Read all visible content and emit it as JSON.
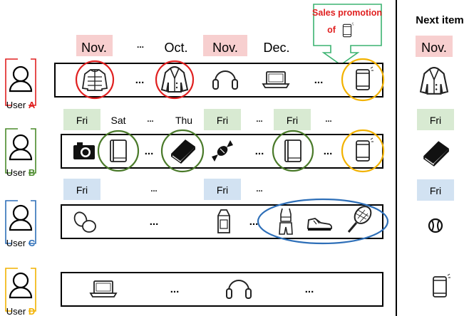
{
  "callout": {
    "line1": "Sales promotion",
    "line2": "of"
  },
  "next_item_header": "Next item",
  "users": [
    {
      "prefix": "User",
      "letter": "A",
      "color": "#e02020",
      "time_labels": [
        {
          "text": "Nov.",
          "shaded": true
        },
        {
          "text": "...",
          "shaded": false
        },
        {
          "text": "Oct.",
          "shaded": false
        },
        {
          "text": "Nov.",
          "shaded": true
        },
        {
          "text": "Dec.",
          "shaded": false
        }
      ],
      "items": [
        "jacket-icon",
        "coat-icon",
        "headphones-icon",
        "laptop-icon",
        "smartphone-icon"
      ],
      "next": {
        "label": "Nov.",
        "icon": "coat-icon"
      }
    },
    {
      "prefix": "User",
      "letter": "B",
      "color": "#4a8a2a",
      "time_labels": [
        {
          "text": "Fri",
          "shaded": true
        },
        {
          "text": "Sat",
          "shaded": false
        },
        {
          "text": "...",
          "shaded": false
        },
        {
          "text": "Thu",
          "shaded": false
        },
        {
          "text": "Fri",
          "shaded": true
        },
        {
          "text": "...",
          "shaded": false
        },
        {
          "text": "Fri",
          "shaded": true
        },
        {
          "text": "...",
          "shaded": false
        }
      ],
      "items": [
        "camera-icon",
        "book-icon",
        "book-icon",
        "candy-icon",
        "book-icon",
        "smartphone-icon"
      ],
      "next": {
        "label": "Fri",
        "icon": "book-icon"
      }
    },
    {
      "prefix": "User",
      "letter": "C",
      "color": "#2e6fb8",
      "time_labels": [
        {
          "text": "Fri",
          "shaded": true
        },
        {
          "text": "...",
          "shaded": false
        },
        {
          "text": "Fri",
          "shaded": true
        },
        {
          "text": "...",
          "shaded": false
        }
      ],
      "items": [
        "eggs-icon",
        "milk-carton-icon",
        "sportswear-icon",
        "sneaker-icon",
        "tennis-racket-icon"
      ],
      "next": {
        "label": "Fri",
        "icon": "tennis-ball-icon"
      }
    },
    {
      "prefix": "User",
      "letter": "D",
      "color": "#f2b200",
      "time_labels": [],
      "items": [
        "laptop-icon",
        "headphones-icon"
      ],
      "next": {
        "label": "",
        "icon": "smartphone-icon"
      }
    }
  ],
  "ellipsis": "...",
  "colors": {
    "month_shade": "#f7cfcf",
    "day_shade_green": "#d8ead2",
    "day_shade_blue": "#d2e2f2",
    "callout_green": "#3cb371",
    "callout_text_red": "#e02020",
    "highlight_red": "#e02020",
    "highlight_green": "#4a7a2a",
    "highlight_blue": "#2e6fb8",
    "highlight_orange": "#f2b200"
  }
}
